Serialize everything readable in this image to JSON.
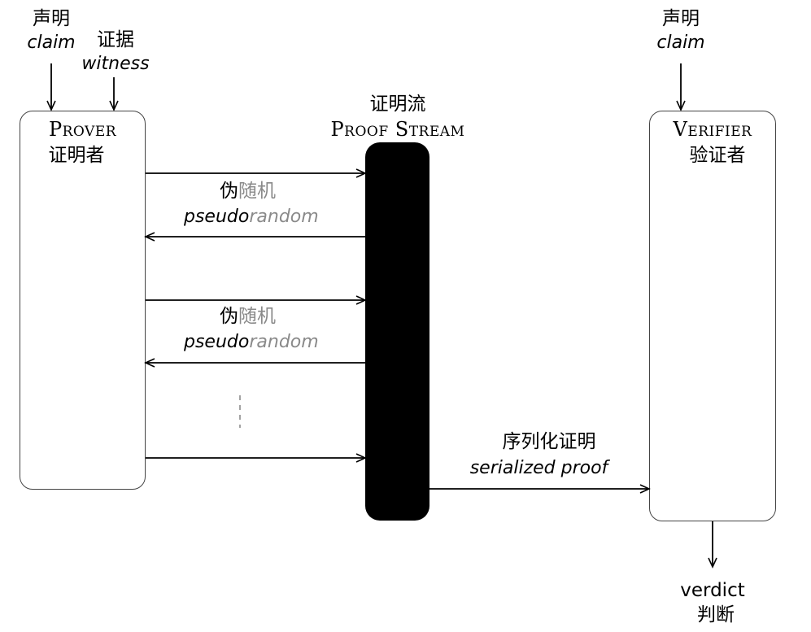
{
  "prover": {
    "name": "Prover",
    "name_zh": "证明者",
    "claim_zh": "声明",
    "claim": "claim",
    "witness_zh": "证据",
    "witness": "witness"
  },
  "proof_stream": {
    "name_zh": "证明流",
    "name": "Proof Stream"
  },
  "verifier": {
    "name": "Verifier",
    "name_zh": "验证者",
    "claim_zh": "声明",
    "claim": "claim",
    "verdict": "verdict",
    "verdict_zh": "判断"
  },
  "exchanges": [
    {
      "zh_a": "伪",
      "zh_b": "随机",
      "en_a": "pseudo",
      "en_b": "random"
    },
    {
      "zh_a": "伪",
      "zh_b": "随机",
      "en_a": "pseudo",
      "en_b": "random"
    }
  ],
  "output": {
    "zh": "序列化证明",
    "en": "serialized proof"
  },
  "colors": {
    "stroke": "#000000",
    "box_border": "#444444",
    "muted_text": "#8a8a8a"
  }
}
